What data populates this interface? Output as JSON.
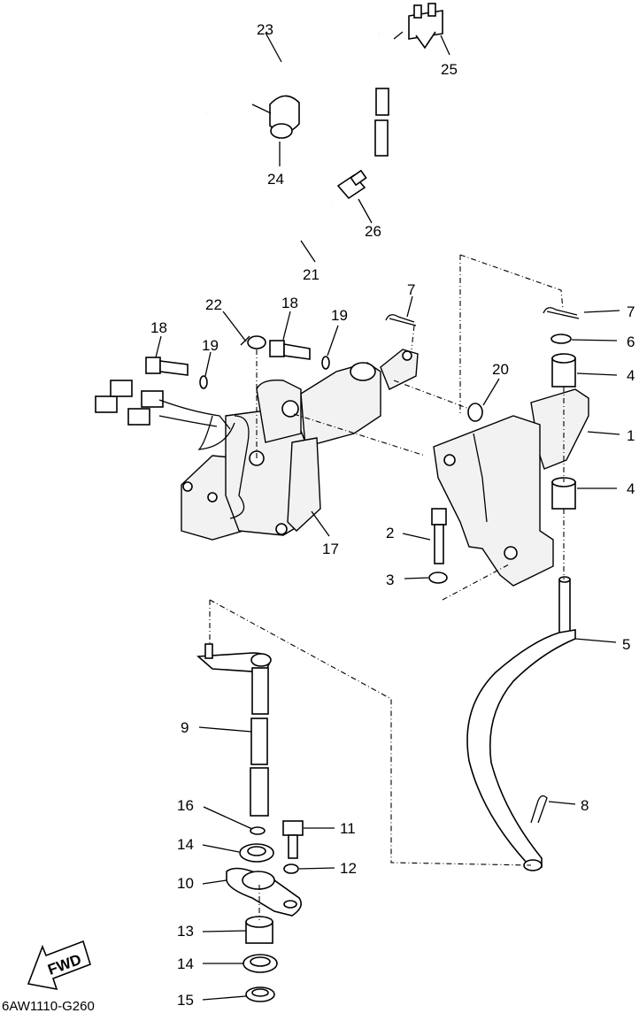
{
  "diagram": {
    "drawing_code": "6AW1110-G260",
    "fwd_label": "FWD",
    "callouts": [
      {
        "id": "c1",
        "label": "1"
      },
      {
        "id": "c2",
        "label": "2"
      },
      {
        "id": "c3",
        "label": "3"
      },
      {
        "id": "c4a",
        "label": "4"
      },
      {
        "id": "c4b",
        "label": "4"
      },
      {
        "id": "c5",
        "label": "5"
      },
      {
        "id": "c6",
        "label": "6"
      },
      {
        "id": "c7a",
        "label": "7"
      },
      {
        "id": "c7b",
        "label": "7"
      },
      {
        "id": "c8",
        "label": "8"
      },
      {
        "id": "c9",
        "label": "9"
      },
      {
        "id": "c10",
        "label": "10"
      },
      {
        "id": "c11",
        "label": "11"
      },
      {
        "id": "c12",
        "label": "12"
      },
      {
        "id": "c13",
        "label": "13"
      },
      {
        "id": "c14a",
        "label": "14"
      },
      {
        "id": "c14b",
        "label": "14"
      },
      {
        "id": "c15",
        "label": "15"
      },
      {
        "id": "c16",
        "label": "16"
      },
      {
        "id": "c17",
        "label": "17"
      },
      {
        "id": "c18a",
        "label": "18"
      },
      {
        "id": "c18b",
        "label": "18"
      },
      {
        "id": "c19a",
        "label": "19"
      },
      {
        "id": "c19b",
        "label": "19"
      },
      {
        "id": "c20",
        "label": "20"
      },
      {
        "id": "c21",
        "label": "21"
      },
      {
        "id": "c22",
        "label": "22"
      },
      {
        "id": "c23",
        "label": "23"
      },
      {
        "id": "c24",
        "label": "24"
      },
      {
        "id": "c25",
        "label": "25"
      },
      {
        "id": "c26",
        "label": "26"
      }
    ]
  }
}
